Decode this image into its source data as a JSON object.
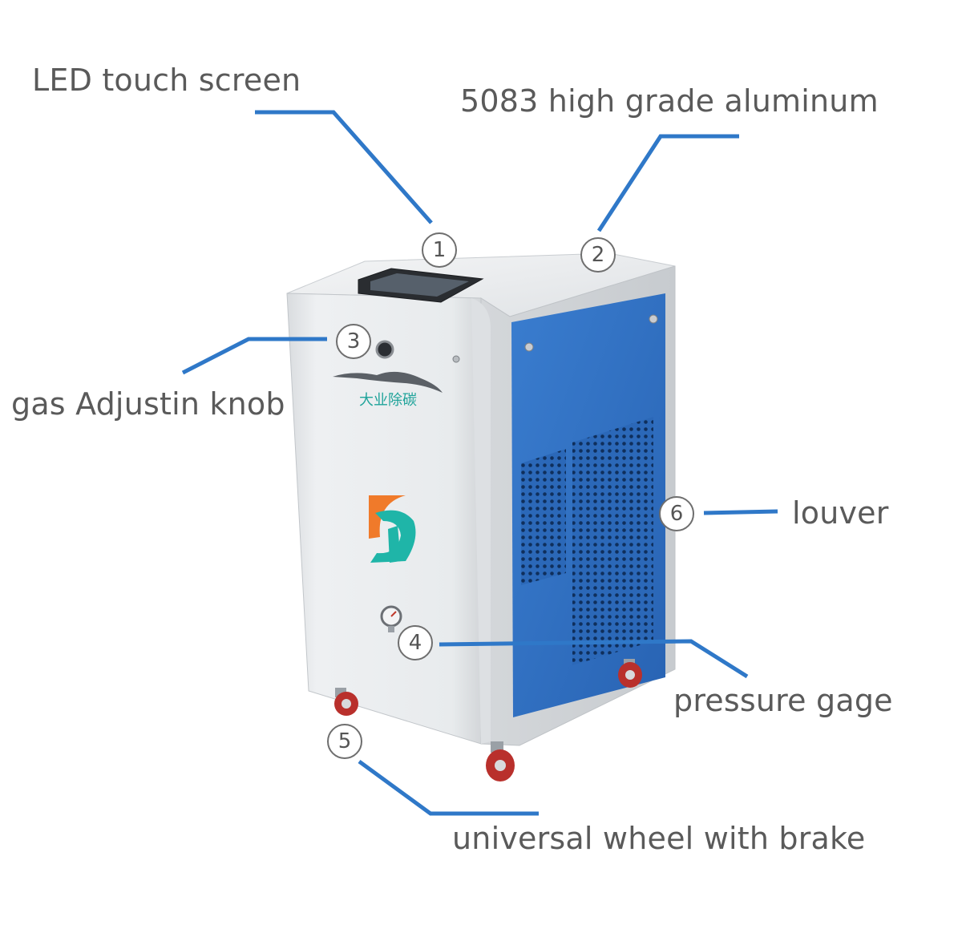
{
  "callouts": [
    {
      "id": "led-touch-screen",
      "number": "1",
      "label": "LED touch screen"
    },
    {
      "id": "aluminum-housing",
      "number": "2",
      "label": "5083 high grade aluminum"
    },
    {
      "id": "gas-adjusting-knob",
      "number": "3",
      "label": "gas Adjustin knob"
    },
    {
      "id": "pressure-gage",
      "number": "4",
      "label": "pressure gage"
    },
    {
      "id": "universal-wheel",
      "number": "5",
      "label": "universal wheel with brake"
    },
    {
      "id": "louver",
      "number": "6",
      "label": "louver"
    }
  ],
  "product": {
    "brand_text": "大业除碳"
  },
  "colors": {
    "leader_line": "#2f78c8",
    "label_text": "#5a5a5a",
    "cabinet_white": "#e9ecee",
    "side_panel_blue": "#2f6fc1",
    "logo_orange": "#f07a2a",
    "logo_teal": "#1fb5a8",
    "wheel_red": "#b9302c"
  }
}
